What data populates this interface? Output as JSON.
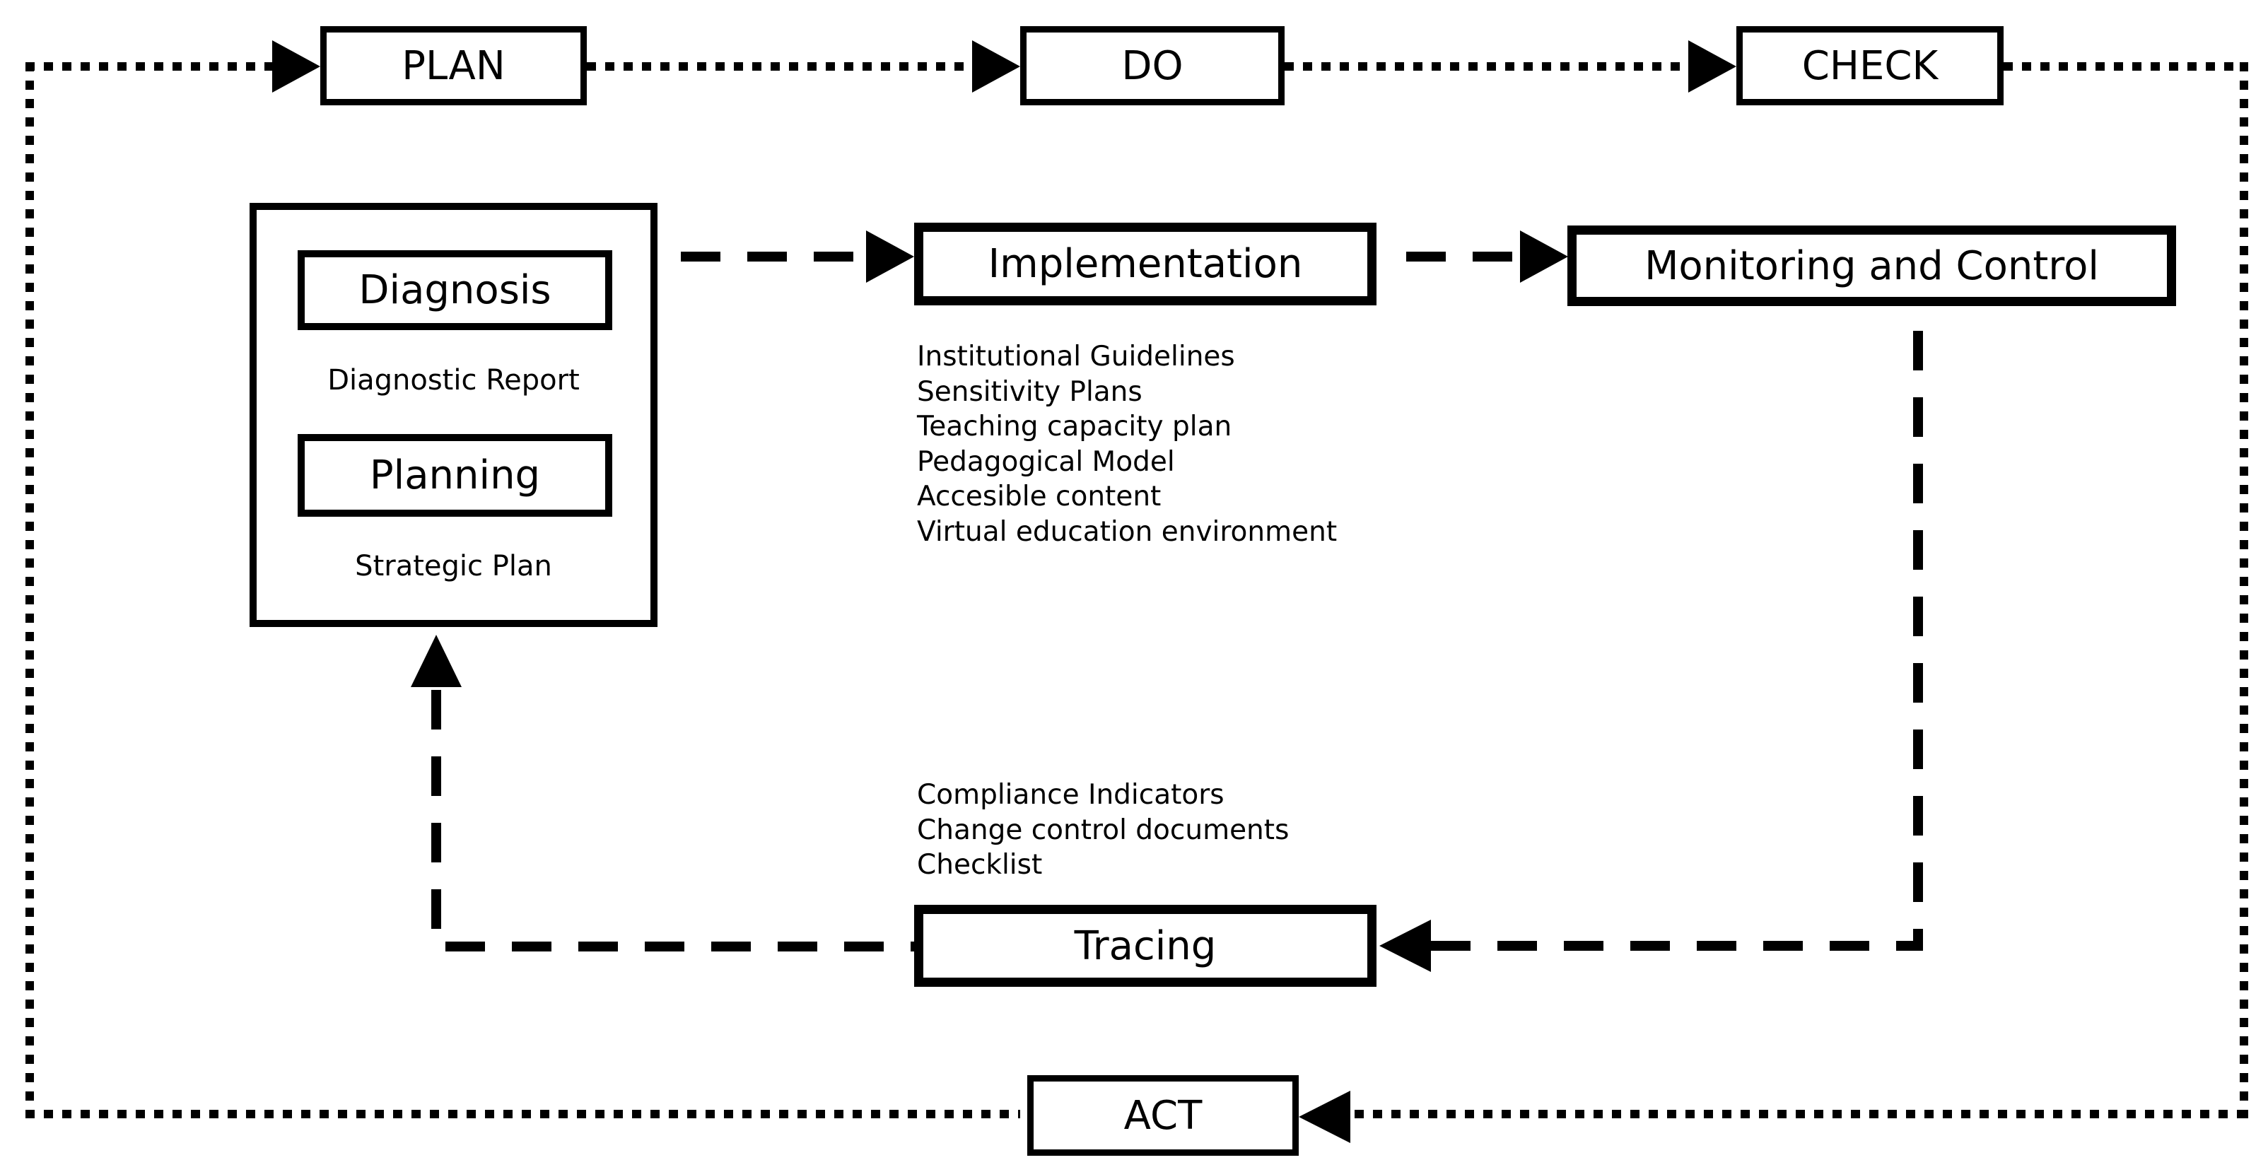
{
  "diagram": {
    "title_semantic": "PDCA cycle for virtual education quality management",
    "colors": {
      "line": "#000000",
      "background": "#ffffff"
    },
    "cycle": {
      "plan": "PLAN",
      "do": "DO",
      "check": "CHECK",
      "act": "ACT"
    },
    "plan_phase": {
      "diagnosis": "Diagnosis",
      "diagnosis_output": "Diagnostic Report",
      "planning": "Planning",
      "planning_output": "Strategic Plan"
    },
    "do_phase": {
      "title": "Implementation",
      "outputs": [
        "Institutional Guidelines",
        "Sensitivity Plans",
        "Teaching capacity plan",
        "Pedagogical Model",
        "Accesible content",
        "Virtual education environment"
      ]
    },
    "check_phase": {
      "title": "Monitoring and Control"
    },
    "act_phase": {
      "title": "Tracing",
      "outputs": [
        "Compliance Indicators",
        "Change control documents",
        "Checklist"
      ]
    }
  }
}
